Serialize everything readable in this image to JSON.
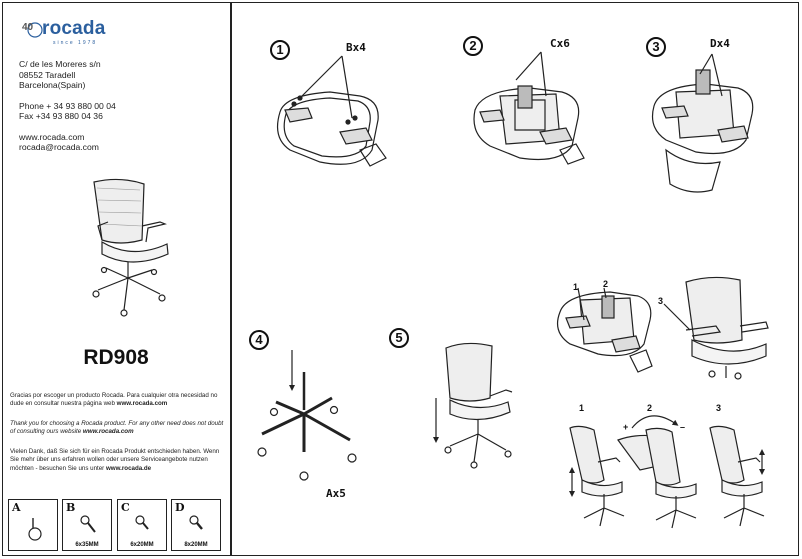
{
  "brand": {
    "anniversary": "40",
    "name": "rocada",
    "tagline": "since 1978"
  },
  "address": {
    "street": "C/ de les Moreres s/n",
    "postal": "08552 Taradell",
    "city": "Barcelona(Spain)",
    "phone": "Phone + 34 93 880 00 04",
    "fax": "Fax +34 93 880 04 36",
    "web": "www.rocada.com",
    "email": "rocada@rocada.com"
  },
  "model": "RD908",
  "notes": {
    "es_text": "Gracias por escoger un producto Rocada. Para cualquier otra necesidad no dude en consultar nuestra página web ",
    "es_link": "www.rocada.com",
    "en_text": "Thank you for choosing a Rocada product. For any other need does not doubt of consulting ours website ",
    "en_link": "www.rocada.com",
    "de_text": "Vielen Dank, daß Sie sich für ein Rocada Produkt entschieden haben. Wenn Sie mehr über uns erfahren wollen oder unsere Serviceangebote nutzen möchten - besuchen Sie uns unter ",
    "de_link": "www.rocada.de"
  },
  "hardware": [
    {
      "letter": "A",
      "size": ""
    },
    {
      "letter": "B",
      "size": "6x35MM"
    },
    {
      "letter": "C",
      "size": "6x20MM"
    },
    {
      "letter": "D",
      "size": "8x20MM"
    }
  ],
  "steps": {
    "s1": {
      "num": "1",
      "label": "Bx4"
    },
    "s2": {
      "num": "2",
      "label": "Cx6"
    },
    "s3": {
      "num": "3",
      "label": "Dx4"
    },
    "s4": {
      "num": "4",
      "label": "Ax5"
    },
    "s5": {
      "num": "5"
    }
  },
  "callouts": {
    "c1": "1",
    "c2": "2",
    "c3": "3"
  },
  "adjust": {
    "a1": "1",
    "a2": "2",
    "a3": "3",
    "plus": "+",
    "minus": "–"
  }
}
